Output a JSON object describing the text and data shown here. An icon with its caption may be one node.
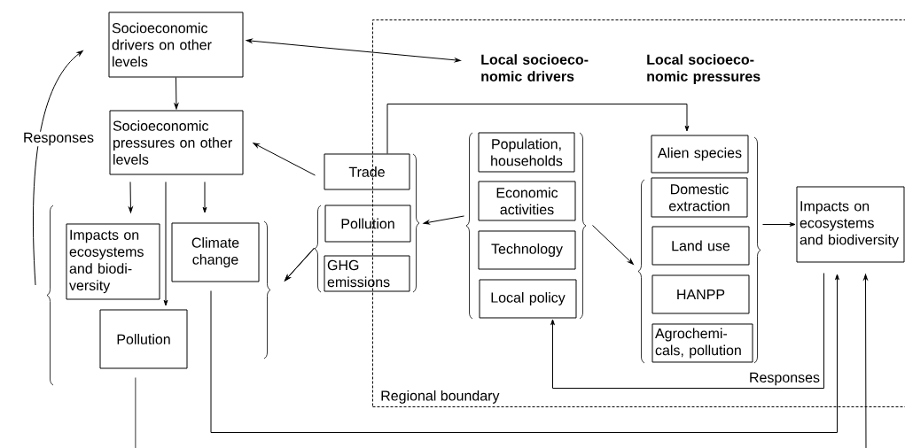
{
  "diagram": {
    "nodes": [
      {
        "text": [
          "Socioeconomic drivers on other levels"
        ]
      },
      {
        "text": [
          "Socioeconomic pressures on other levels"
        ]
      },
      {
        "text": [
          "Impacts on ecosystems and biodi- versity"
        ]
      },
      {
        "text": [
          "Climate change"
        ]
      },
      {
        "text": [
          "Pollution"
        ]
      },
      {
        "text": [
          "Regional boundary"
        ]
      },
      {
        "text": [
          "Local socioeco- nomic drivers"
        ],
        "in": 5
      },
      {
        "text": [
          "Trade"
        ]
      },
      {
        "text": [
          "Pollution"
        ]
      },
      {
        "text": [
          "GHG emissions"
        ]
      },
      {
        "text": [
          "Population, households"
        ],
        "in": 5
      },
      {
        "text": [
          "Economic activities"
        ],
        "in": 5
      },
      {
        "text": [
          "Technology"
        ],
        "in": 5
      },
      {
        "text": [
          "Local policy"
        ],
        "in": 5
      },
      {
        "text": [
          "Alien species"
        ],
        "in": 5
      },
      {
        "text": [
          "Domestic extraction"
        ],
        "in": 5
      },
      {
        "text": [
          "Land use"
        ],
        "in": 5
      },
      {
        "text": [
          "HANPP"
        ],
        "in": 5
      },
      {
        "text": [
          "Agrochemi- cals, pollution"
        ],
        "in": 5
      },
      {
        "text": [
          "Impacts on ecosystems and biodiversity"
        ],
        "in": 5
      }
    ],
    "edges": [
      {
        "from": 0,
        "to": 6,
        "arrow": "both"
      },
      {
        "from": 0,
        "to": 1,
        "arrow": "to"
      },
      {
        "from": 7,
        "to": 1,
        "arrow": "to"
      },
      {
        "from": 1,
        "to": 2,
        "arrow": "to"
      },
      {
        "from": 1,
        "to": 4,
        "arrow": "to"
      },
      {
        "from": 1,
        "to": 3,
        "arrow": "to"
      },
      {
        "from": null,
        "to": 0,
        "arrow": "to",
        "label": "Responses"
      },
      {
        "from": 8,
        "to": 3,
        "arrow": "to"
      },
      {
        "from": 9,
        "to": 3,
        "arrow": "to"
      },
      {
        "from": 11,
        "to": 8,
        "arrow": "to"
      },
      {
        "from": 12,
        "to": 16,
        "arrow": "to"
      },
      {
        "from": 7,
        "to": 14,
        "arrow": "to"
      },
      {
        "from": 16,
        "to": 19,
        "arrow": "to"
      },
      {
        "from": 19,
        "to": 13,
        "arrow": "to",
        "label": "Responses"
      },
      {
        "from": 3,
        "to": 19,
        "arrow": "to"
      },
      {
        "from": 4,
        "to": null,
        "arrow": "none"
      },
      {
        "from": null,
        "to": 19,
        "arrow": "to"
      }
    ],
    "labels": [
      "Local socioeco- nomic pressures"
    ]
  }
}
